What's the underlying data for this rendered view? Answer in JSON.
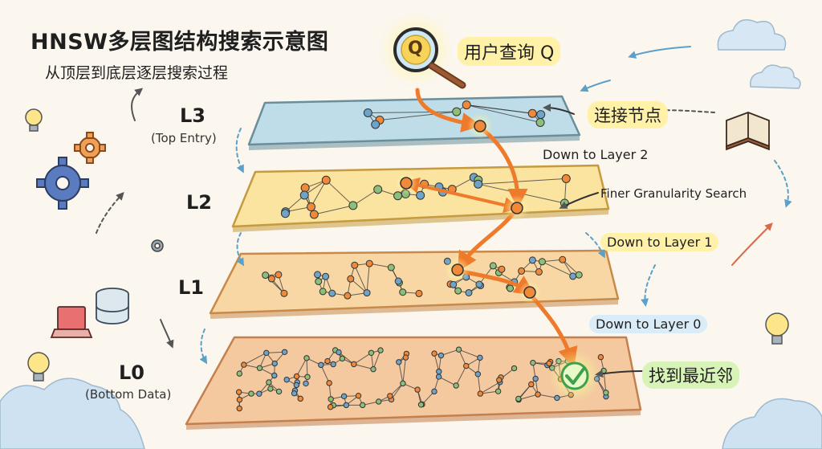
{
  "header": {
    "title": "HNSW多层图结构搜索示意图",
    "subtitle": "从顶层到底层逐层搜索过程"
  },
  "query": {
    "symbol": "Q",
    "label": "用户查询 Q"
  },
  "layers": [
    {
      "id": "L3",
      "caption": "(Top Entry)",
      "color": "#bfdde8",
      "edge": "#6a8f9c"
    },
    {
      "id": "L2",
      "caption": "",
      "color": "#fbe3a0",
      "edge": "#c69a3e"
    },
    {
      "id": "L1",
      "caption": "",
      "color": "#f8d7a4",
      "edge": "#c88a4a"
    },
    {
      "id": "L0",
      "caption": "(Bottom Data)",
      "color": "#f4c9a0",
      "edge": "#c4804d"
    }
  ],
  "annotations": {
    "connect_nodes": "连接节点",
    "down_layer2": "Down to Layer 2",
    "finer_search": "Finer Granularity Search",
    "down_layer1": "Down to Layer 1",
    "down_layer0": "Down to Layer 0",
    "found_nearest": "找到最近邻"
  },
  "colors": {
    "path": "#ee7a2b",
    "found": "#3ea04a",
    "node_blue": "#6fa3c8",
    "node_orange": "#f08a3a",
    "node_green": "#8cbf7a",
    "ink": "#333333"
  },
  "icons": [
    "magnifier-icon",
    "lightbulb-icon",
    "gear-icon",
    "cloud-icon",
    "book-icon",
    "database-icon",
    "laptop-icon",
    "checkmark-icon"
  ]
}
